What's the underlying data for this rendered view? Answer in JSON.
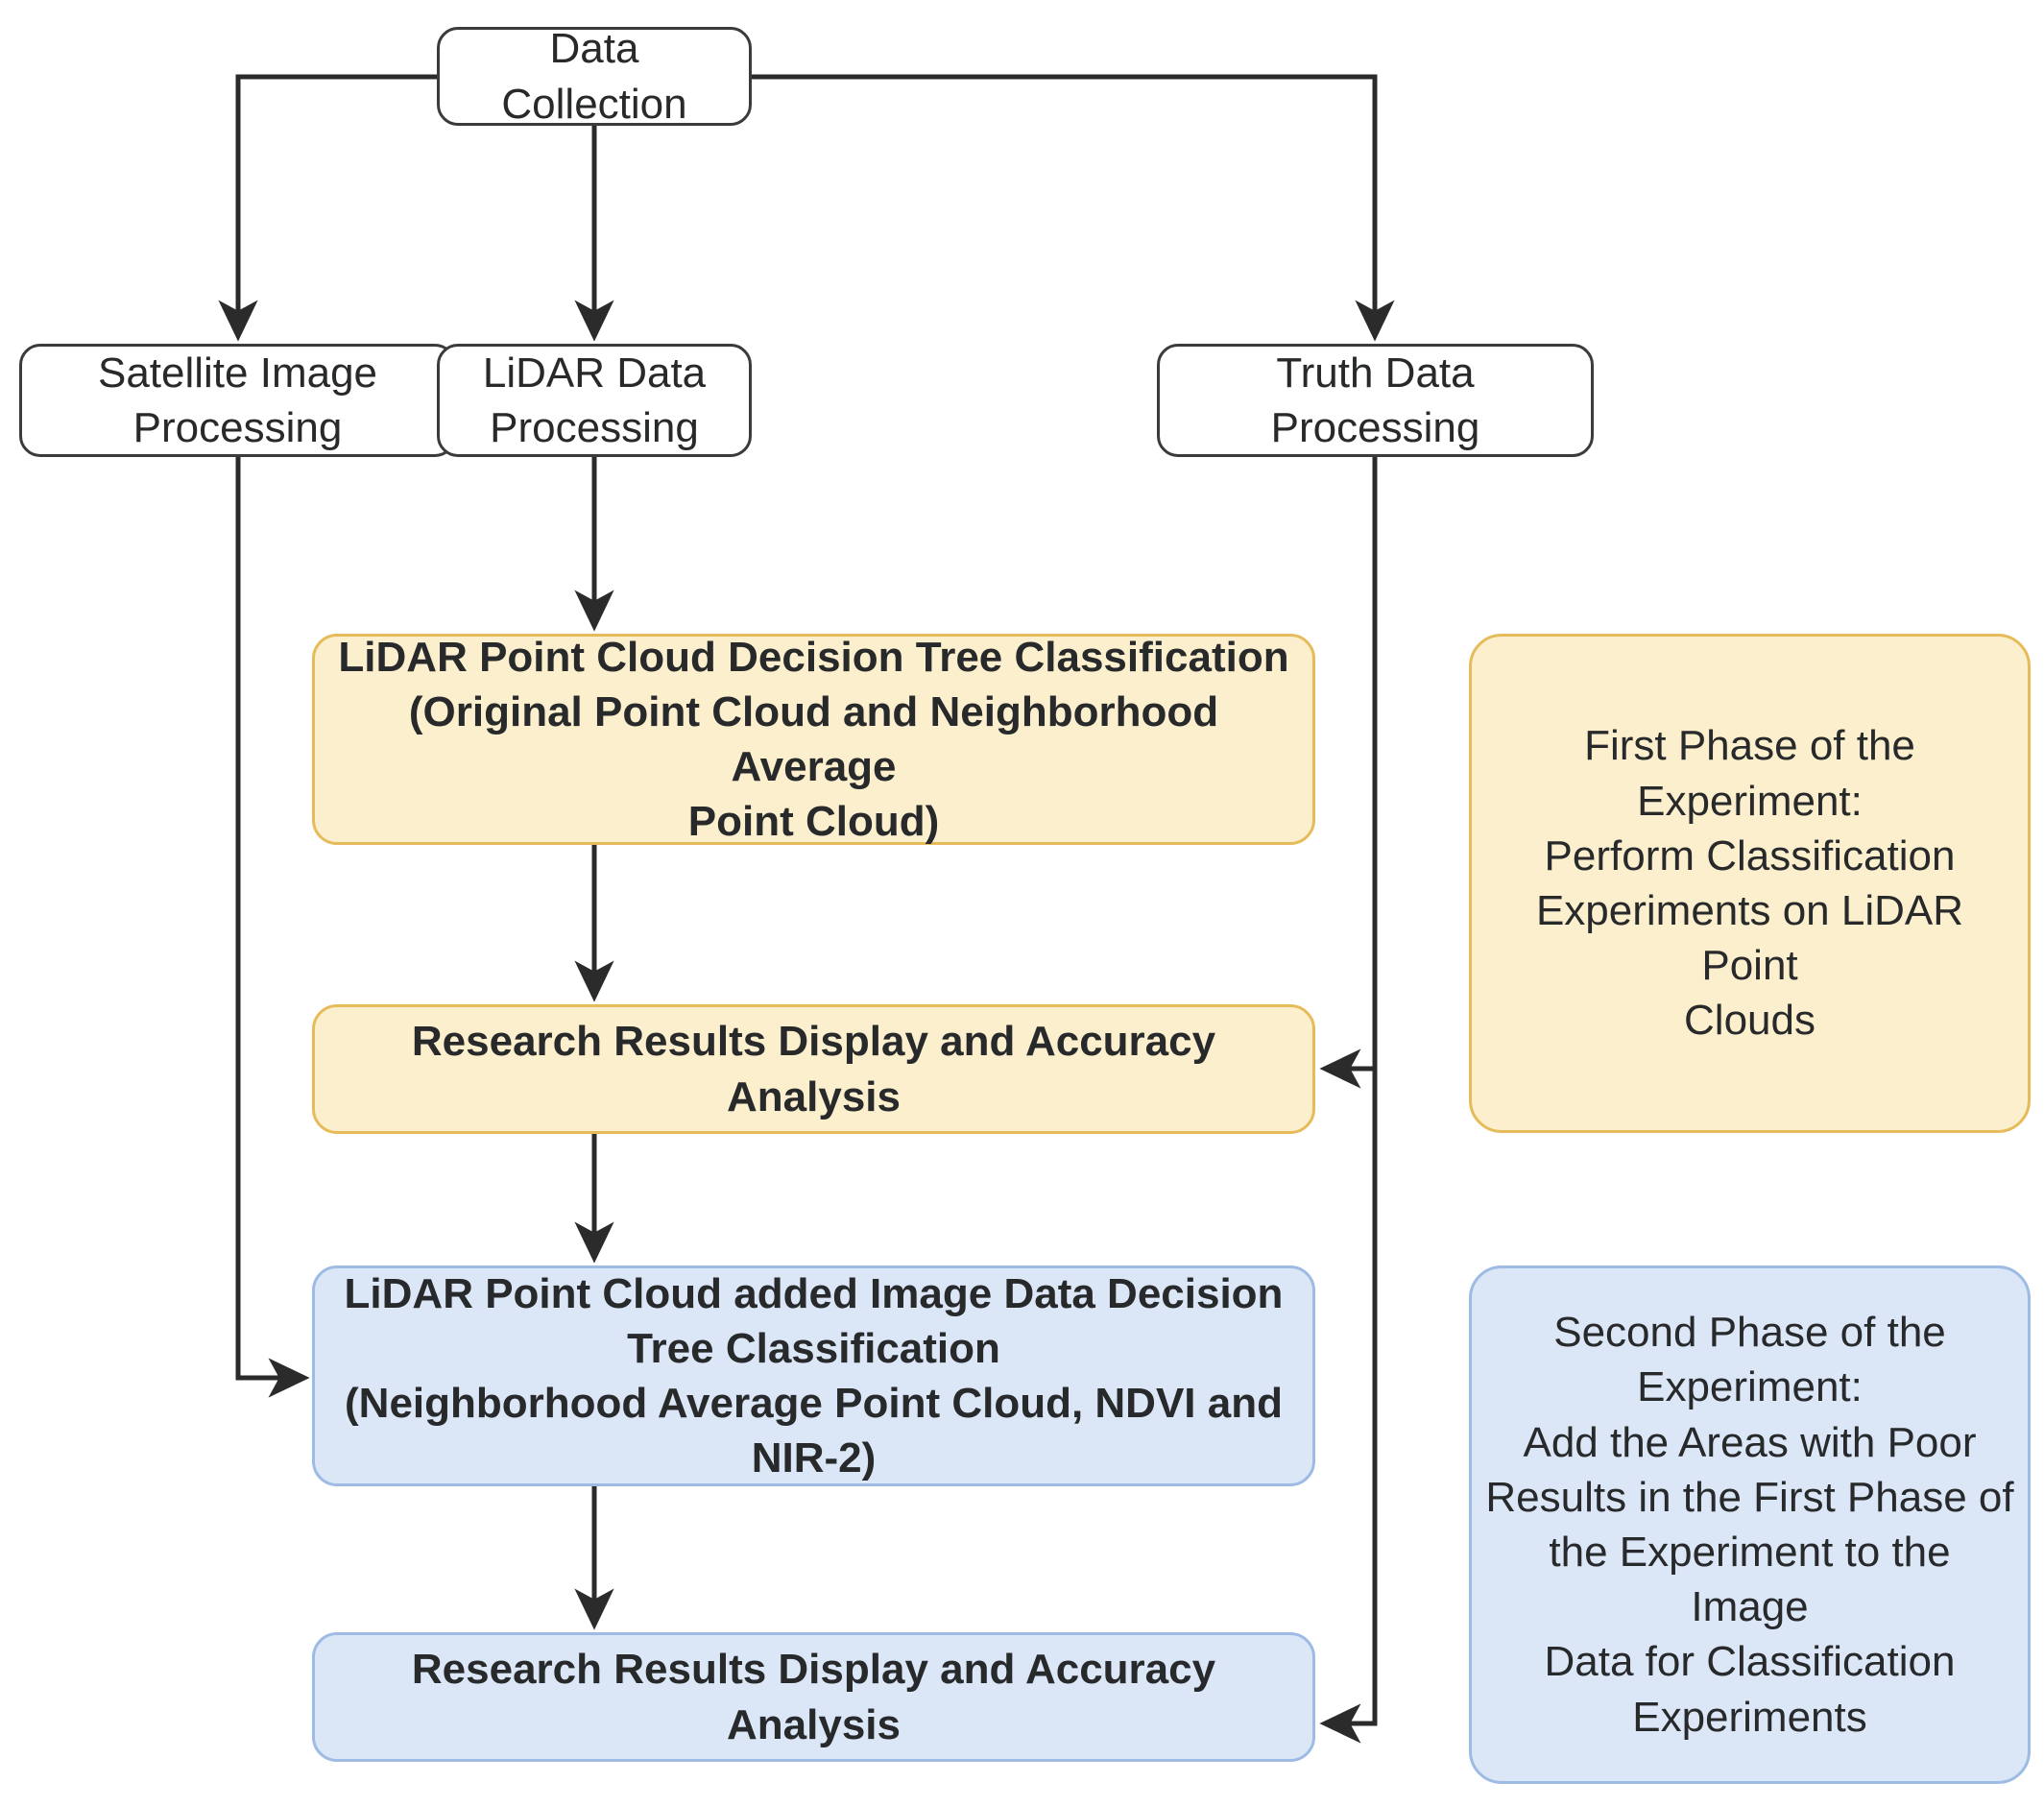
{
  "diagram": {
    "title": "Research Workflow Flowchart",
    "colors": {
      "plain_fill": "#ffffff",
      "plain_border": "#3b3b3b",
      "yellow_fill": "#fcefcd",
      "yellow_border": "#e6bb5a",
      "blue_fill": "#dbe6f7",
      "blue_border": "#9dbbe3",
      "edge": "#2b2b2b",
      "text": "#27292b"
    },
    "nodes": {
      "data_collection": "Data Collection",
      "satellite_processing": "Satellite Image\nProcessing",
      "lidar_processing": "LiDAR Data\nProcessing",
      "truth_processing": "Truth Data\nProcessing",
      "lidar_decision_tree": "LiDAR Point Cloud Decision Tree Classification\n(Original Point Cloud and Neighborhood Average\nPoint Cloud)",
      "research_results_1": "Research Results Display and Accuracy Analysis",
      "lidar_image_decision_tree": "LiDAR Point Cloud added Image Data Decision\nTree Classification\n(Neighborhood Average Point Cloud, NDVI and\nNIR-2)",
      "research_results_2": "Research Results Display and Accuracy Analysis",
      "phase_one_note": "First Phase of the\nExperiment:\nPerform Classification\nExperiments on LiDAR Point\nClouds",
      "phase_two_note": "Second Phase of the\nExperiment:\nAdd the Areas with Poor\nResults in the First Phase of\nthe Experiment to the Image\nData for Classification\nExperiments"
    },
    "edges": [
      {
        "id": "e1",
        "from": "data_collection",
        "to": "satellite_processing"
      },
      {
        "id": "e2",
        "from": "data_collection",
        "to": "lidar_processing"
      },
      {
        "id": "e3",
        "from": "data_collection",
        "to": "truth_processing"
      },
      {
        "id": "e4",
        "from": "lidar_processing",
        "to": "lidar_decision_tree"
      },
      {
        "id": "e5",
        "from": "lidar_decision_tree",
        "to": "research_results_1"
      },
      {
        "id": "e6",
        "from": "research_results_1",
        "to": "lidar_image_decision_tree"
      },
      {
        "id": "e7",
        "from": "lidar_image_decision_tree",
        "to": "research_results_2"
      },
      {
        "id": "e8",
        "from": "satellite_processing",
        "to": "lidar_image_decision_tree"
      },
      {
        "id": "e9",
        "from": "truth_processing",
        "to": "research_results_1"
      },
      {
        "id": "e10",
        "from": "truth_processing",
        "to": "research_results_2"
      }
    ]
  }
}
